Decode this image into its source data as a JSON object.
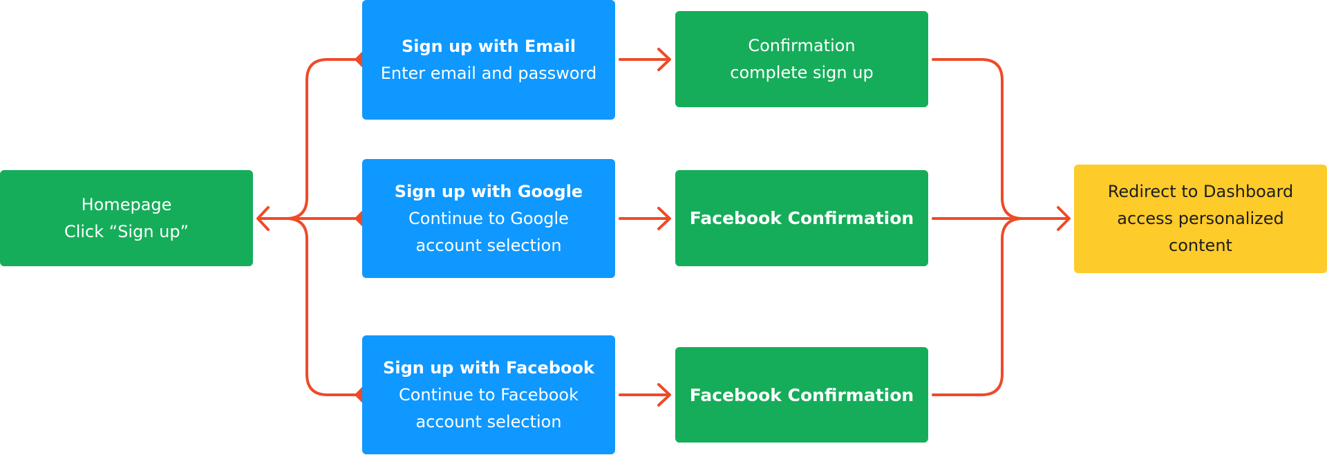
{
  "colors": {
    "signup_box": "#0f98ff",
    "step_box": "#16ad5a",
    "final_box": "#fdcb2a",
    "connector": "#ee4a28"
  },
  "nodes": {
    "homepage": {
      "line1": "Homepage",
      "line2": "Click “Sign up”"
    },
    "email": {
      "title": "Sign up with Email",
      "line1": "Enter email and password"
    },
    "google": {
      "title": "Sign up with Google",
      "line1": "Continue to Google",
      "line2": "account selection"
    },
    "facebook": {
      "title": "Sign up with Facebook",
      "line1": "Continue to Facebook",
      "line2": "account selection"
    },
    "confirm_email": {
      "line1": "Confirmation",
      "line2": "complete sign up"
    },
    "confirm_google": {
      "title": "Facebook Confirmation"
    },
    "confirm_facebook": {
      "title": "Facebook Confirmation"
    },
    "dashboard": {
      "line1": "Redirect to Dashboard",
      "line2": "access personalized",
      "line3": "content"
    }
  }
}
